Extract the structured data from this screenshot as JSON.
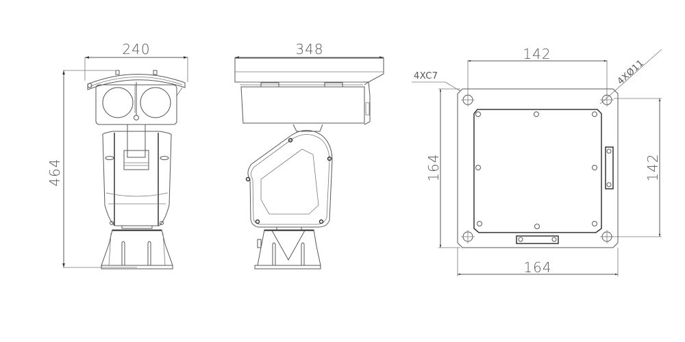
{
  "drawing": {
    "title": "PTZ camera dimension drawing",
    "units": "mm",
    "line_color": "#555555",
    "background": "#ffffff"
  },
  "front_view": {
    "width_label": "240",
    "height_label": "464"
  },
  "side_view": {
    "width_label": "348"
  },
  "base_plate_view": {
    "top_hole_spacing_label": "142",
    "right_hole_spacing_label": "142",
    "left_plate_height_label": "164",
    "bottom_plate_width_label": "164",
    "chamfer_callout": "4XC7",
    "hole_callout": "4XØ11"
  }
}
